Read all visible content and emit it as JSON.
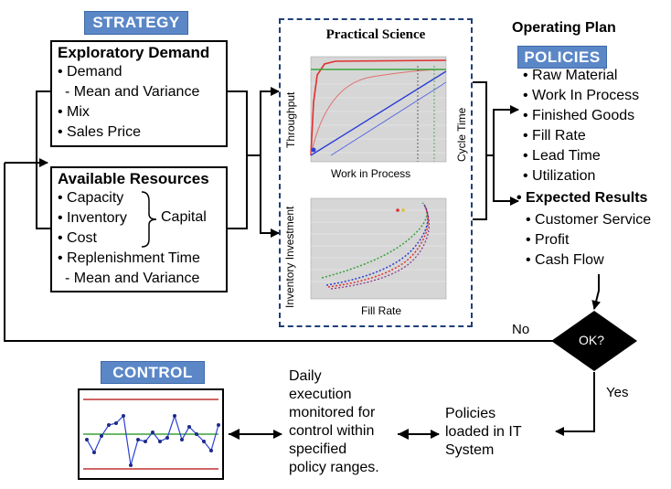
{
  "strategy": {
    "badge": "STRATEGY",
    "exploratory": {
      "title": "Exploratory Demand",
      "items": [
        "• Demand",
        "- Mean and Variance",
        "• Mix",
        "• Sales Price"
      ]
    },
    "resources": {
      "title": "Available Resources",
      "capacity": "• Capacity",
      "inventory": "• Inventory",
      "cost": "• Cost",
      "capital": "Capital",
      "replenishment": "• Replenishment Time",
      "mean_variance": "- Mean and Variance"
    }
  },
  "science": {
    "title": "Practical Science",
    "chart1": {
      "ylabel": "Throughput",
      "y2label": "Cycle Time",
      "xlabel": "Work in Process"
    },
    "chart2": {
      "ylabel": "Inventory Investment",
      "xlabel": "Fill Rate"
    }
  },
  "plan": {
    "title": "Operating Plan",
    "badge": "POLICIES",
    "policies": [
      "• Raw Material",
      "• Work In  Process",
      "• Finished Goods",
      "• Fill Rate",
      "• Lead Time",
      "• Utilization"
    ],
    "results_title": "• Expected Results",
    "results": [
      "• Customer Service",
      "• Profit",
      "• Cash Flow"
    ]
  },
  "decision": {
    "label": "OK?",
    "no": "No",
    "yes": "Yes"
  },
  "control": {
    "badge": "CONTROL",
    "daily": [
      "Daily",
      "execution",
      "monitored for",
      "control within",
      "specified",
      "policy ranges."
    ],
    "loaded": [
      "Policies",
      "loaded in IT",
      "System"
    ]
  },
  "colors": {
    "badge": "#5b87c7",
    "science_border": "#1f3f7a",
    "red": "#e0302f",
    "green": "#38a23a",
    "blue": "#2b3fd6"
  }
}
